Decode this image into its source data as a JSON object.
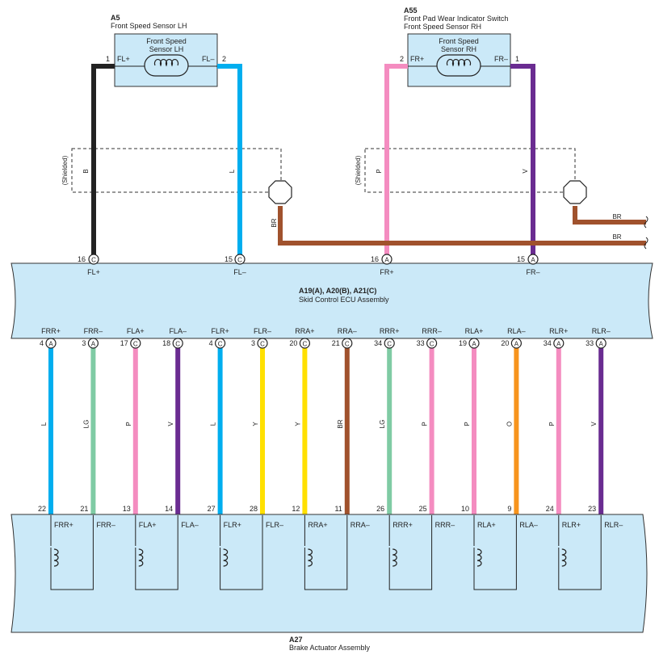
{
  "colors": {
    "B": "#222222",
    "L": "#00aeef",
    "P": "#f48cc0",
    "V": "#6a2c91",
    "BR": "#a0522d",
    "LG": "#7fcba4",
    "Y": "#ffe000",
    "O": "#f7941d",
    "component_fill": "#cbe9f8"
  },
  "sensor_lh": {
    "code": "A5",
    "name": "Front Speed Sensor LH",
    "inner_line1": "Front Speed",
    "inner_line2": "Sensor LH",
    "pin_left_num": "1",
    "pin_left_label": "FL+",
    "pin_right_num": "2",
    "pin_right_label": "FL–",
    "coil_icon": "coil-icon"
  },
  "sensor_rh": {
    "code": "A55",
    "name_line1": "Front Pad Wear Indicator Switch",
    "name_line2": "Front Speed Sensor RH",
    "inner_line1": "Front Speed",
    "inner_line2": "Sensor RH",
    "pin_left_num": "2",
    "pin_left_label": "FR+",
    "pin_right_num": "1",
    "pin_right_label": "FR–",
    "coil_icon": "coil-icon"
  },
  "shield": {
    "label": "(Shielded)",
    "lh_wires": [
      "B",
      "L"
    ],
    "rh_wires": [
      "P",
      "V"
    ],
    "ground_wire_vertical": "BR",
    "ground_wire_rh": "BR",
    "ground_wire_main": "BR"
  },
  "ecu": {
    "title": "A19(A), A20(B), A21(C)",
    "name": "Skid Control ECU Assembly",
    "top_pins": [
      {
        "num": "16",
        "conn": "C",
        "label": "FL+"
      },
      {
        "num": "15",
        "conn": "C",
        "label": "FL–"
      },
      {
        "num": "16",
        "conn": "A",
        "label": "FR+"
      },
      {
        "num": "15",
        "conn": "A",
        "label": "FR–"
      }
    ],
    "bottom_pins": [
      {
        "num": "4",
        "conn": "A",
        "label": "FRR+",
        "wire": "L"
      },
      {
        "num": "3",
        "conn": "A",
        "label": "FRR–",
        "wire": "LG"
      },
      {
        "num": "17",
        "conn": "C",
        "label": "FLA+",
        "wire": "P"
      },
      {
        "num": "18",
        "conn": "C",
        "label": "FLA–",
        "wire": "V"
      },
      {
        "num": "4",
        "conn": "C",
        "label": "FLR+",
        "wire": "L"
      },
      {
        "num": "3",
        "conn": "C",
        "label": "FLR–",
        "wire": "Y"
      },
      {
        "num": "20",
        "conn": "C",
        "label": "RRA+",
        "wire": "Y"
      },
      {
        "num": "21",
        "conn": "C",
        "label": "RRA–",
        "wire": "BR"
      },
      {
        "num": "34",
        "conn": "C",
        "label": "RRR+",
        "wire": "LG"
      },
      {
        "num": "33",
        "conn": "C",
        "label": "RRR–",
        "wire": "P"
      },
      {
        "num": "19",
        "conn": "A",
        "label": "RLA+",
        "wire": "P"
      },
      {
        "num": "20",
        "conn": "A",
        "label": "RLA–",
        "wire": "O"
      },
      {
        "num": "34",
        "conn": "A",
        "label": "RLR+",
        "wire": "P"
      },
      {
        "num": "33",
        "conn": "A",
        "label": "RLR–",
        "wire": "V"
      }
    ]
  },
  "actuator": {
    "code": "A27",
    "name": "Brake Actuator Assembly",
    "pins": [
      {
        "num": "22",
        "label": "FRR+"
      },
      {
        "num": "21",
        "label": "FRR–"
      },
      {
        "num": "13",
        "label": "FLA+"
      },
      {
        "num": "14",
        "label": "FLA–"
      },
      {
        "num": "27",
        "label": "FLR+"
      },
      {
        "num": "28",
        "label": "FLR–"
      },
      {
        "num": "12",
        "label": "RRA+"
      },
      {
        "num": "11",
        "label": "RRA–"
      },
      {
        "num": "26",
        "label": "RRR+"
      },
      {
        "num": "25",
        "label": "RRR–"
      },
      {
        "num": "10",
        "label": "RLA+"
      },
      {
        "num": "9",
        "label": "RLA–"
      },
      {
        "num": "24",
        "label": "RLR+"
      },
      {
        "num": "23",
        "label": "RLR–"
      }
    ],
    "coil_icon": "coil-icon"
  }
}
